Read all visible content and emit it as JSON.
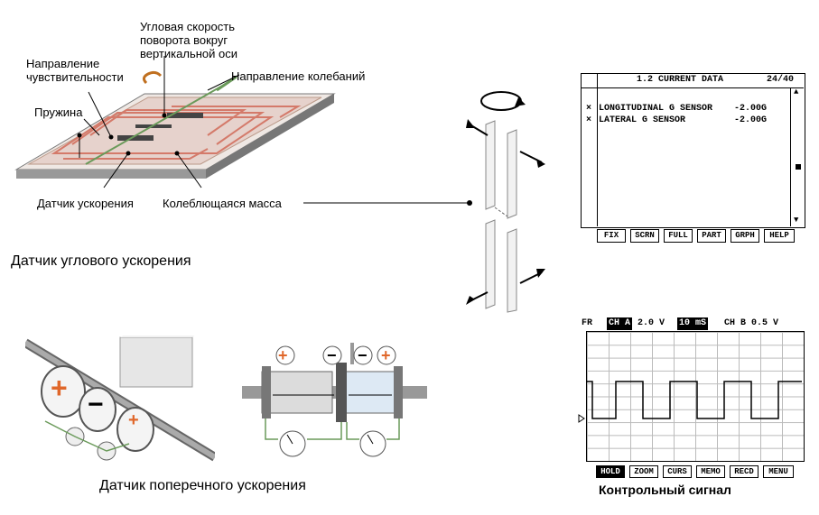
{
  "gyro_labels": {
    "angular_velocity": [
      "Угловая скорость",
      "поворота вокруг",
      "вертикальной оси"
    ],
    "sensitivity_direction": [
      "Направление",
      "чувствительности"
    ],
    "oscillation_direction": "Направление колебаний",
    "spring": "Пружина",
    "acceleration_sensor": "Датчик ускорения",
    "oscillating_mass": "Колеблющаяся масса"
  },
  "captions": {
    "angular": "Датчик углового ускорения",
    "lateral": "Датчик поперечного ускорения",
    "control": "Контрольный сигнал"
  },
  "scan_tool": {
    "title": "1.2 CURRENT DATA",
    "page": "24/40",
    "rows": [
      {
        "mark": "×",
        "name": "LONGITUDINAL G SENSOR",
        "value": "-2.00G"
      },
      {
        "mark": "×",
        "name": "LATERAL G SENSOR",
        "value": "-2.00G"
      }
    ],
    "keys": [
      "FIX",
      "SCRN",
      "FULL",
      "PART",
      "GRPH",
      "HELP"
    ]
  },
  "scope": {
    "fr": "FR",
    "ch_a": "CH A",
    "ch_a_volts": "2.0 V",
    "timebase": "10 mS",
    "ch_b": "CH B 0.5 V",
    "keys": [
      "HOLD",
      "ZOOM",
      "CURS",
      "MEMO",
      "RECD",
      "MENU"
    ],
    "active_key": "HOLD"
  },
  "symbols": {
    "plus": "+",
    "minus": "−"
  },
  "colors": {
    "plus": "#e0672a",
    "trace": "#d48a6a",
    "board": "#e8dcd6"
  }
}
